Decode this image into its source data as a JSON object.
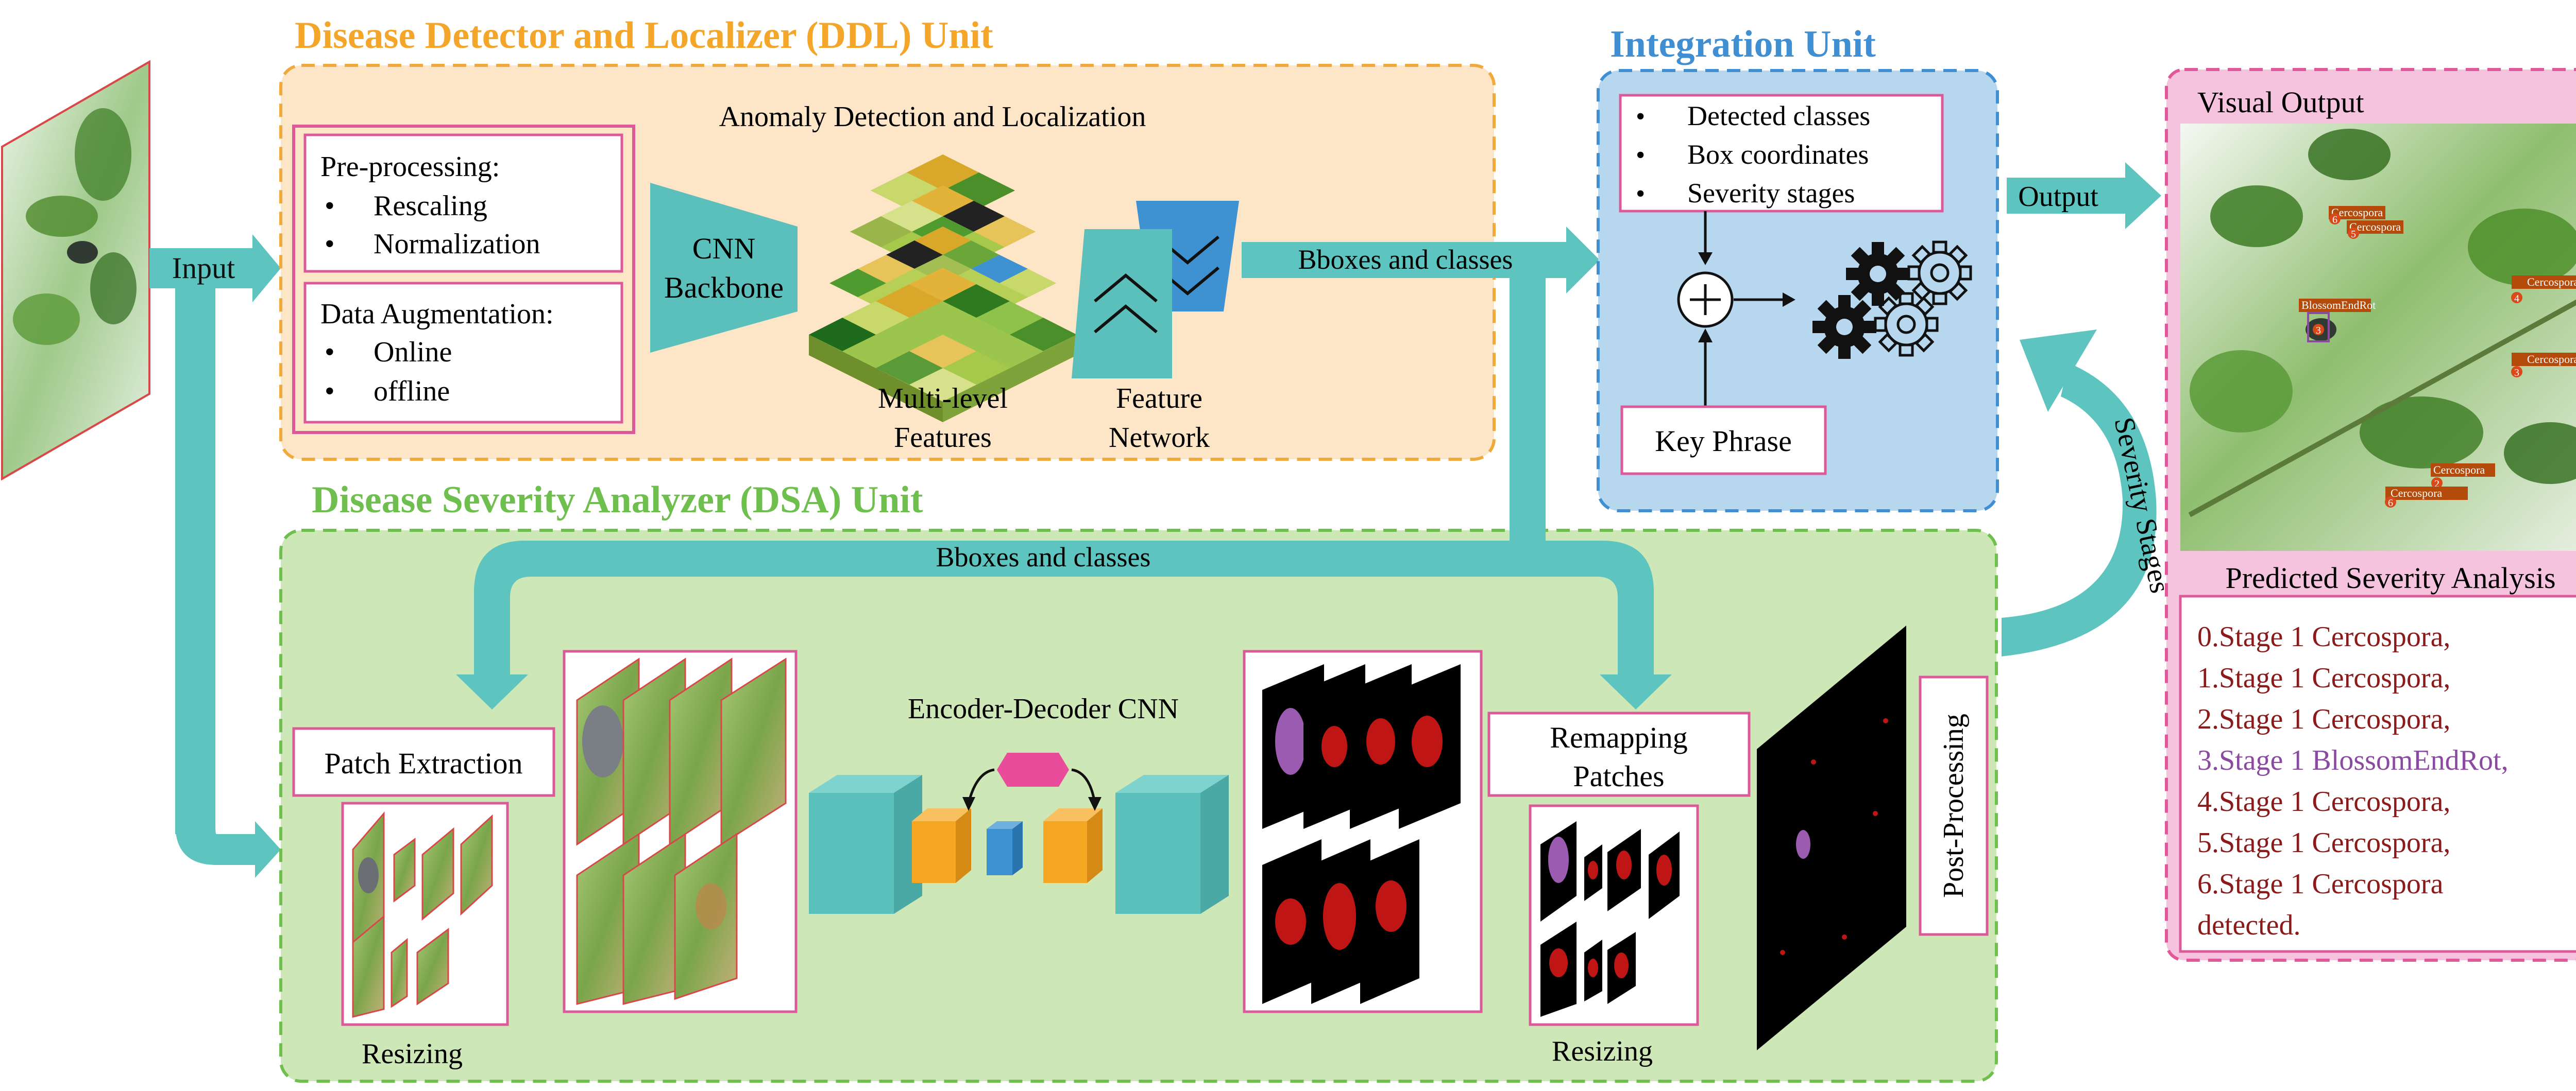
{
  "ddl": {
    "title": "Disease Detector and Localizer (DDL) Unit",
    "section_label": "Anomaly Detection and Localization",
    "preprocessing_title": "Pre-processing:",
    "preprocessing_items": [
      "Rescaling",
      "Normalization"
    ],
    "augmentation_title": "Data Augmentation:",
    "augmentation_items": [
      "Online",
      "offline"
    ],
    "backbone_label_1": "CNN",
    "backbone_label_2": "Backbone",
    "features_label_1": "Multi-level",
    "features_label_2": "Features",
    "network_label_1": "Feature",
    "network_label_2": "Network",
    "bbox_arrow_label": "Bboxes and classes"
  },
  "input_label": "Input",
  "integration": {
    "title": "Integration Unit",
    "list_items": [
      "Detected classes",
      "Box coordinates",
      "Severity stages"
    ],
    "key_phrase": "Key Phrase",
    "output_label": "Output",
    "severity_arrow_label": "Severity Stages"
  },
  "dsa": {
    "title": "Disease Severity Analyzer (DSA) Unit",
    "bbox_arrow_label": "Bboxes and classes",
    "patch_extraction": "Patch Extraction",
    "resizing_left": "Resizing",
    "encoder_decoder": "Encoder-Decoder CNN",
    "remapping_1": "Remapping",
    "remapping_2": "Patches",
    "resizing_right": "Resizing",
    "post_processing": "Post-Processing"
  },
  "output_panel": {
    "visual_title": "Visual Output",
    "analysis_title": "Predicted Severity Analysis",
    "detections": [
      {
        "label": "Cercospora",
        "id": "6"
      },
      {
        "label": "Cercospora",
        "id": "5"
      },
      {
        "label": "BlossomEndRot",
        "id": "3"
      },
      {
        "label": "Cercospora",
        "id": "4"
      },
      {
        "label": "Cercospora",
        "id": "3"
      },
      {
        "label": "Cercospora",
        "id": "2"
      },
      {
        "label": "Cercospora",
        "id": "6"
      }
    ],
    "analysis_lines": [
      "0.Stage 1 Cercospora,",
      "1.Stage 1 Cercospora,",
      "2.Stage 1 Cercospora,",
      "3.Stage 1 BlossomEndRot,",
      "4.Stage 1 Cercospora,",
      "5.Stage 1 Cercospora,",
      "6.Stage 1 Cercospora",
      "detected."
    ]
  },
  "colors": {
    "ddl_fill": "#fde6c7",
    "ddl_border": "#f0a93a",
    "ddl_title": "#f4a62a",
    "integration_fill": "#b7d7ef",
    "integration_border": "#3f8fd2",
    "integration_title": "#3f8fd2",
    "dsa_fill": "#cde7b6",
    "dsa_border": "#6fbf4f",
    "dsa_title": "#6fbf4f",
    "output_fill": "#f6c3df",
    "output_border": "#e0579a",
    "pink_box_border": "#dd5a9a",
    "arrow_teal": "#5ec4bf",
    "backbone_teal": "#5bc0bb",
    "stage_dark_red": "#8b1a1a",
    "stage_purple": "#8a4aa0",
    "encoder_orange": "#f5a623",
    "encoder_blue": "#3f92d2",
    "encoder_pink": "#ea4c9c"
  }
}
